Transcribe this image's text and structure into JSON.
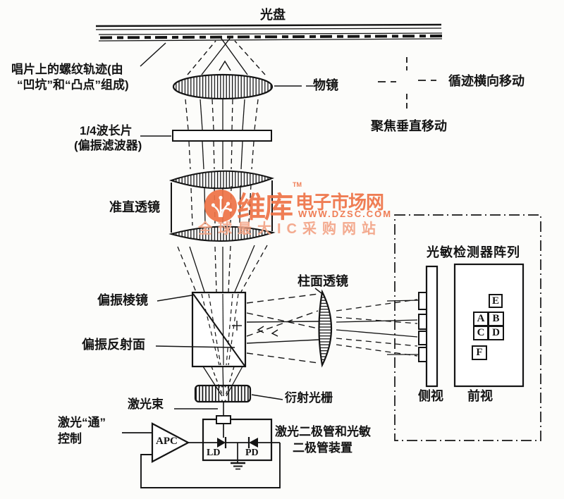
{
  "page": {
    "background": "#fcfcfa",
    "ink": "#141414"
  },
  "labels": {
    "disc": "光盘",
    "track_line1": "唱片上的螺纹轨迹(由",
    "track_line2": "“凹坑”和“凸点”组成)",
    "objective": "物镜",
    "tracking_move": "循迹横向移动",
    "focus_move": "聚焦垂直移动",
    "quarter_wave_line1": "1/4波长片",
    "quarter_wave_line2": "(偏振滤波器)",
    "collimating_lens": "准直透镜",
    "polarizing_prism": "偏振棱镜",
    "polarizing_surface": "偏振反射面",
    "cylindrical_lens": "柱面透镜",
    "detector_array": "光敏检测器阵列",
    "side_view": "侧视",
    "front_view": "前视",
    "laser_beam": "激光束",
    "diffraction_grating": "衍射光栅",
    "laser_on_line1": "激光“通”",
    "laser_on_line2": "控制",
    "device_line1": "激光二极管和光敏",
    "device_line2": "二极管装置",
    "apc": "APC",
    "ld": "LD",
    "pd": "PD"
  },
  "detector_cells": [
    "E",
    "A",
    "B",
    "C",
    "D",
    "F"
  ],
  "watermark": {
    "brand": "维库",
    "tm": "TM",
    "site": "电子市场网",
    "url": "WWW.DZSC.COM",
    "tagline": "全球最大IC采购网站",
    "color": "#ee7347",
    "color_light": "#f3a486"
  }
}
